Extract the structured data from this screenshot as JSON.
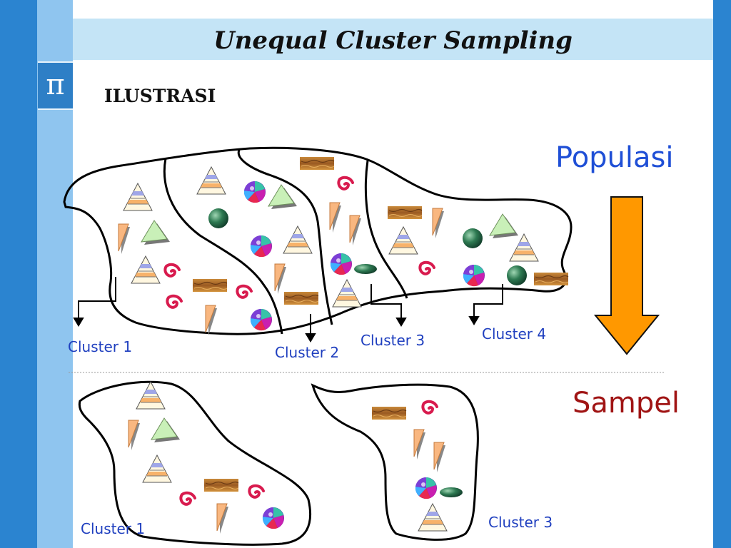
{
  "slide": {
    "title": "Unequal Cluster Sampling",
    "subtitle": "ILUSTRASI",
    "logo_symbol": "π"
  },
  "diagram": {
    "population_label": "Populasi",
    "sample_label": "Sampel",
    "population_clusters": [
      "Cluster 1",
      "Cluster 2",
      "Cluster 3",
      "Cluster 4"
    ],
    "sample_clusters": [
      "Cluster 1",
      "Cluster 3"
    ]
  },
  "colors": {
    "band_dark": "#2b84d0",
    "band_light": "#8fc5ef",
    "title_bar": "#c4e4f6",
    "arrow": "#ff9800",
    "population_text": "#1f4fd6",
    "sample_text": "#a01414",
    "cluster_label": "#1f3fbf"
  },
  "icons": [
    "pyramid-icon",
    "spiral-icon",
    "triangle-icon",
    "beach-ball-icon",
    "green-ball-icon",
    "brick-icon",
    "flag-icon",
    "oval-icon"
  ]
}
